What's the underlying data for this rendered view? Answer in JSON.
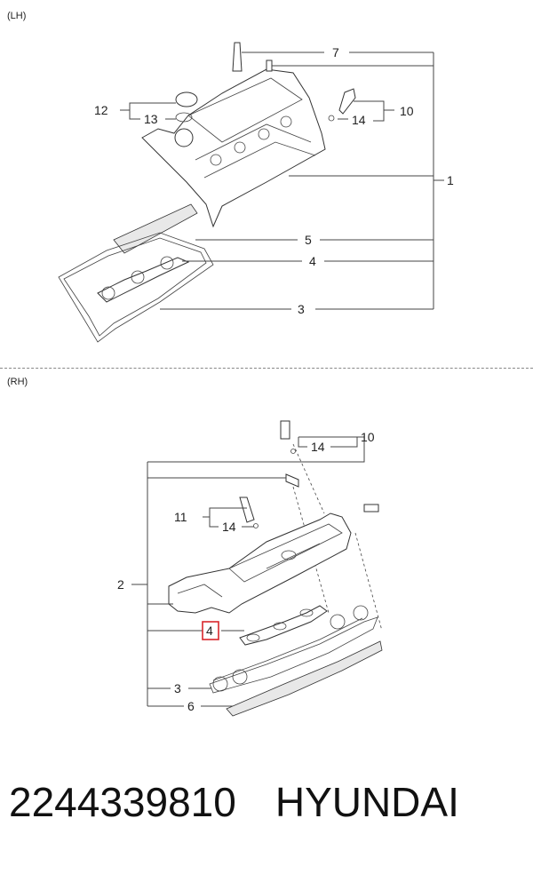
{
  "sections": {
    "lh": {
      "label": "(LH)"
    },
    "rh": {
      "label": "(RH)"
    }
  },
  "lh_callouts": [
    "7",
    "12",
    "13",
    "10",
    "14",
    "1",
    "5",
    "4",
    "3"
  ],
  "rh_callouts": [
    "10",
    "14",
    "11",
    "14",
    "2",
    "4",
    "3",
    "6"
  ],
  "highlighted_callout": "4",
  "footer": {
    "part_number": "2244339810",
    "brand": "HYUNDAI"
  },
  "colors": {
    "highlight": "#d9262b",
    "line": "#444444"
  }
}
